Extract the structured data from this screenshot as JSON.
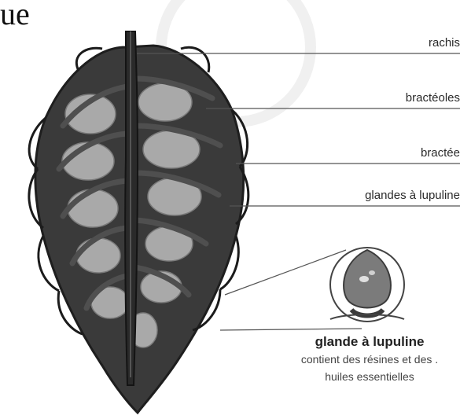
{
  "corner_fragment": "ue",
  "labels": {
    "rachis": "rachis",
    "bracteoles": "bractéoles",
    "bractee": "bractée",
    "glandes": "glandes à lupuline"
  },
  "gland": {
    "title": "glande à lupuline",
    "line1": "contient des résines et des .",
    "line2": "huiles essentielles"
  },
  "colors": {
    "leaf_dark": "#2f2f2f",
    "leaf_mid": "#5a5a5a",
    "lupulin": "#a9a9a9",
    "leader": "#555555"
  }
}
